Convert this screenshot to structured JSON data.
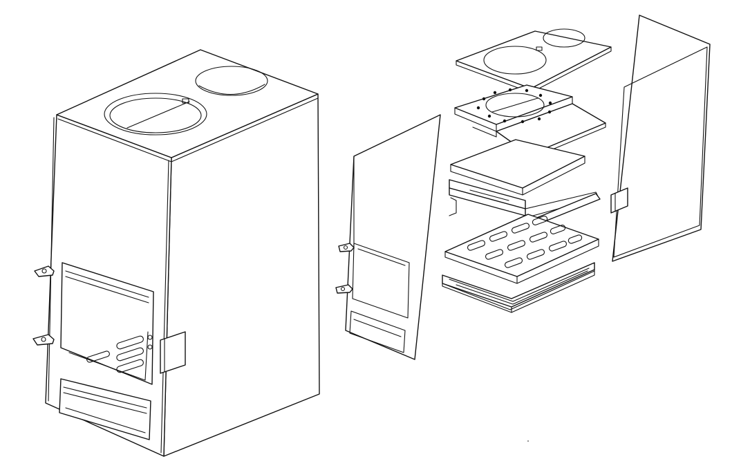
{
  "drawing": {
    "type": "exploded isometric line drawing",
    "line_color": "#111111",
    "background": "#ffffff",
    "components": [
      "assembled-cabinet",
      "front-panel",
      "top-plate",
      "ring-plate",
      "solid-plate",
      "channel-rail",
      "slotted-grate",
      "base-tray",
      "side-panel"
    ]
  }
}
